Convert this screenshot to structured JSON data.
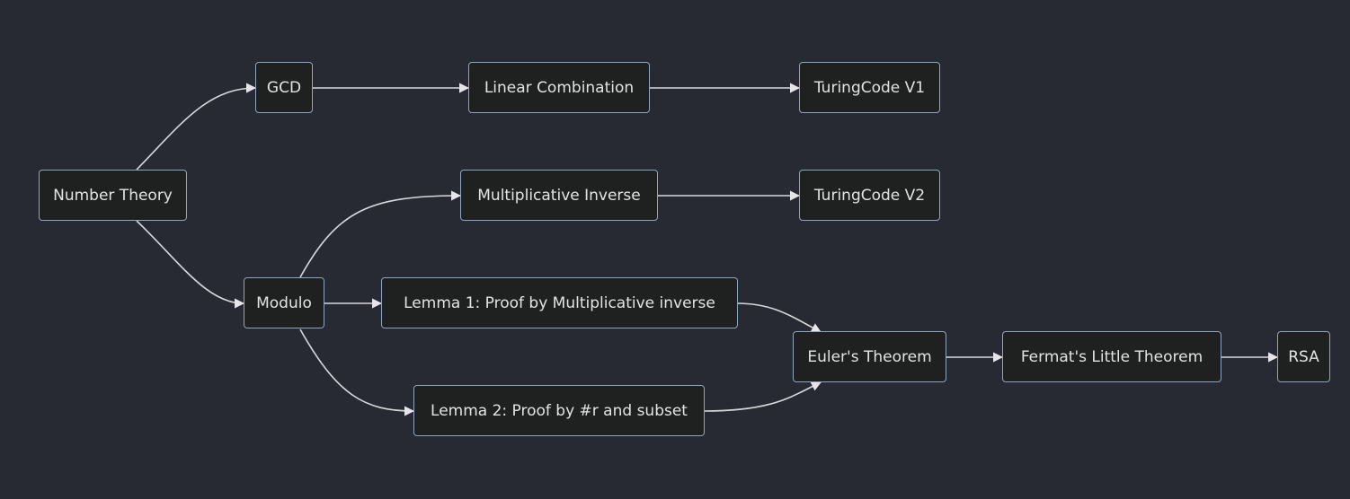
{
  "diagram": {
    "nodes": [
      {
        "id": "number_theory",
        "label": "Number Theory"
      },
      {
        "id": "gcd",
        "label": "GCD"
      },
      {
        "id": "modulo",
        "label": "Modulo"
      },
      {
        "id": "linear_combination",
        "label": "Linear Combination"
      },
      {
        "id": "turingcode_v1",
        "label": "TuringCode V1"
      },
      {
        "id": "multiplicative_inverse",
        "label": "Multiplicative Inverse"
      },
      {
        "id": "turingcode_v2",
        "label": "TuringCode V2"
      },
      {
        "id": "lemma_1",
        "label": "Lemma 1: Proof by Multiplicative inverse"
      },
      {
        "id": "lemma_2",
        "label": "Lemma 2: Proof by #r and subset"
      },
      {
        "id": "eulers_theorem",
        "label": "Euler's Theorem"
      },
      {
        "id": "fermats_little_theorem",
        "label": "Fermat's Little Theorem"
      },
      {
        "id": "rsa",
        "label": "RSA"
      }
    ],
    "edges": [
      {
        "from": "number_theory",
        "to": "gcd"
      },
      {
        "from": "number_theory",
        "to": "modulo"
      },
      {
        "from": "gcd",
        "to": "linear_combination"
      },
      {
        "from": "linear_combination",
        "to": "turingcode_v1"
      },
      {
        "from": "modulo",
        "to": "multiplicative_inverse"
      },
      {
        "from": "multiplicative_inverse",
        "to": "turingcode_v2"
      },
      {
        "from": "modulo",
        "to": "lemma_1"
      },
      {
        "from": "modulo",
        "to": "lemma_2"
      },
      {
        "from": "lemma_1",
        "to": "eulers_theorem"
      },
      {
        "from": "lemma_2",
        "to": "eulers_theorem"
      },
      {
        "from": "eulers_theorem",
        "to": "fermats_little_theorem"
      },
      {
        "from": "fermats_little_theorem",
        "to": "rsa"
      }
    ]
  }
}
